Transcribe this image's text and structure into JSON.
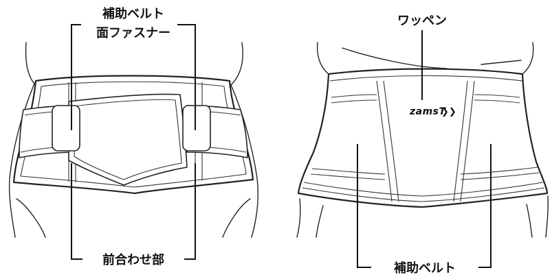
{
  "labels": {
    "front_top_line1": "補助ベルト",
    "front_top_line2": "面ファスナー",
    "front_bottom": "前合わせ部",
    "back_top": "ワッペン",
    "back_bottom": "補助ベルト"
  },
  "logo": {
    "text": "zamsT",
    "chevrons": "❯❯"
  }
}
